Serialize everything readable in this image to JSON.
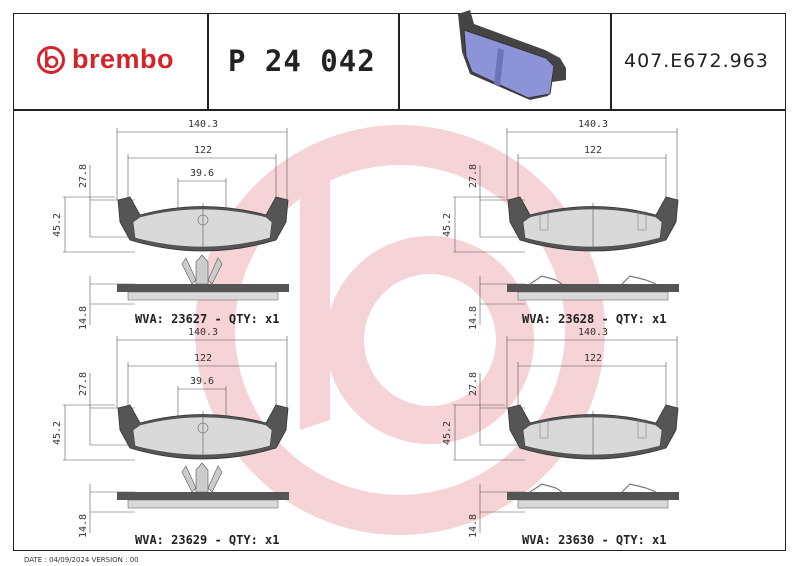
{
  "header": {
    "brand": "brembo",
    "part_number": "P 24 042",
    "reference": "407.E672.963"
  },
  "drawings": [
    {
      "width_overall": "140.3",
      "width_inner": "122",
      "clip_width": "39.6",
      "height_top": "27.8",
      "height_total": "45.2",
      "thickness": "14.8",
      "wva_label": "WVA: 23627 - QTY: x1",
      "variant": "clip"
    },
    {
      "width_overall": "140.3",
      "width_inner": "122",
      "clip_width": null,
      "height_top": "27.8",
      "height_total": "45.2",
      "thickness": "14.8",
      "wva_label": "WVA: 23628 - QTY: x1",
      "variant": "sensor"
    },
    {
      "width_overall": "140.3",
      "width_inner": "122",
      "clip_width": "39.6",
      "height_top": "27.8",
      "height_total": "45.2",
      "thickness": "14.8",
      "wva_label": "WVA: 23629 - QTY: x1",
      "variant": "clip"
    },
    {
      "width_overall": "140.3",
      "width_inner": "122",
      "clip_width": null,
      "height_top": "27.8",
      "height_total": "45.2",
      "thickness": "14.8",
      "wva_label": "WVA: 23630 - QTY: x1",
      "variant": "sensor"
    }
  ],
  "footer": {
    "text": "DATE : 04/09/2024 VERSION : 00"
  },
  "colors": {
    "brand": "#d4232b",
    "watermark": "#f6d3d6",
    "pad_fill": "#d9d9d9",
    "backing": "#555555",
    "preview_pad": "#8c93d6"
  }
}
